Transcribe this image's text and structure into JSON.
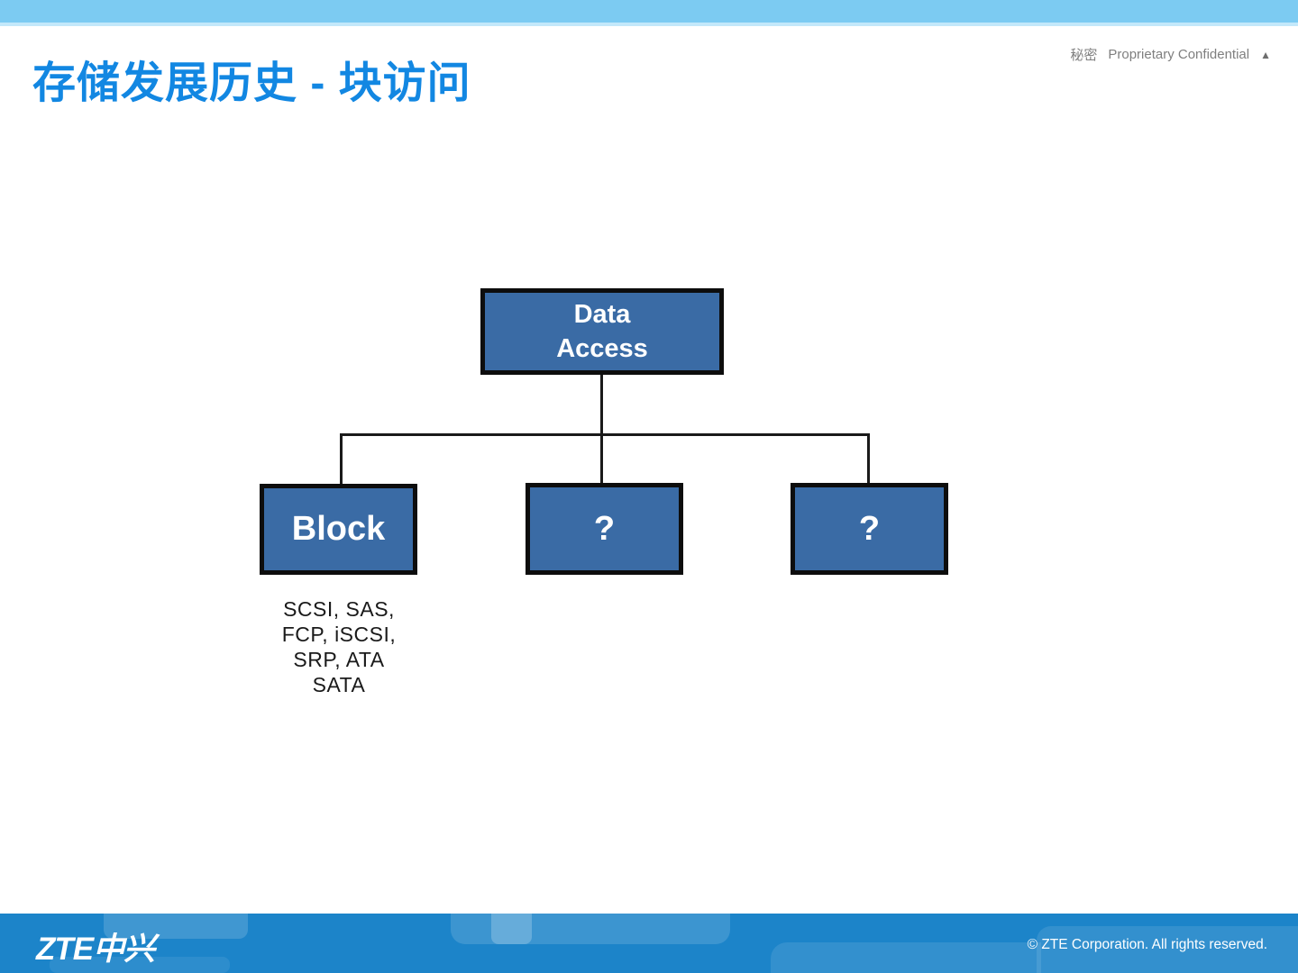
{
  "slide": {
    "title": "存储发展历史 - 块访问",
    "classification": {
      "cn": "秘密",
      "en": "Proprietary Confidential",
      "marker": "▲"
    }
  },
  "diagram": {
    "root": {
      "label": "Data\nAccess"
    },
    "children": [
      {
        "label": "Block",
        "note": "SCSI, SAS,\nFCP, iSCSI,\nSRP, ATA\nSATA"
      },
      {
        "label": "?"
      },
      {
        "label": "?"
      }
    ]
  },
  "footer": {
    "logo": "ZTE中兴",
    "copyright": "© ZTE Corporation. All rights reserved."
  },
  "colors": {
    "top_strip": "#7CCBF2",
    "title_blue": "#1287E2",
    "node_fill": "#3A6BA5",
    "node_border": "#0D0D0D",
    "connector": "#1A1A1A",
    "footer_blue": "#1C84C9",
    "classification_gray": "#7F7F7F"
  }
}
